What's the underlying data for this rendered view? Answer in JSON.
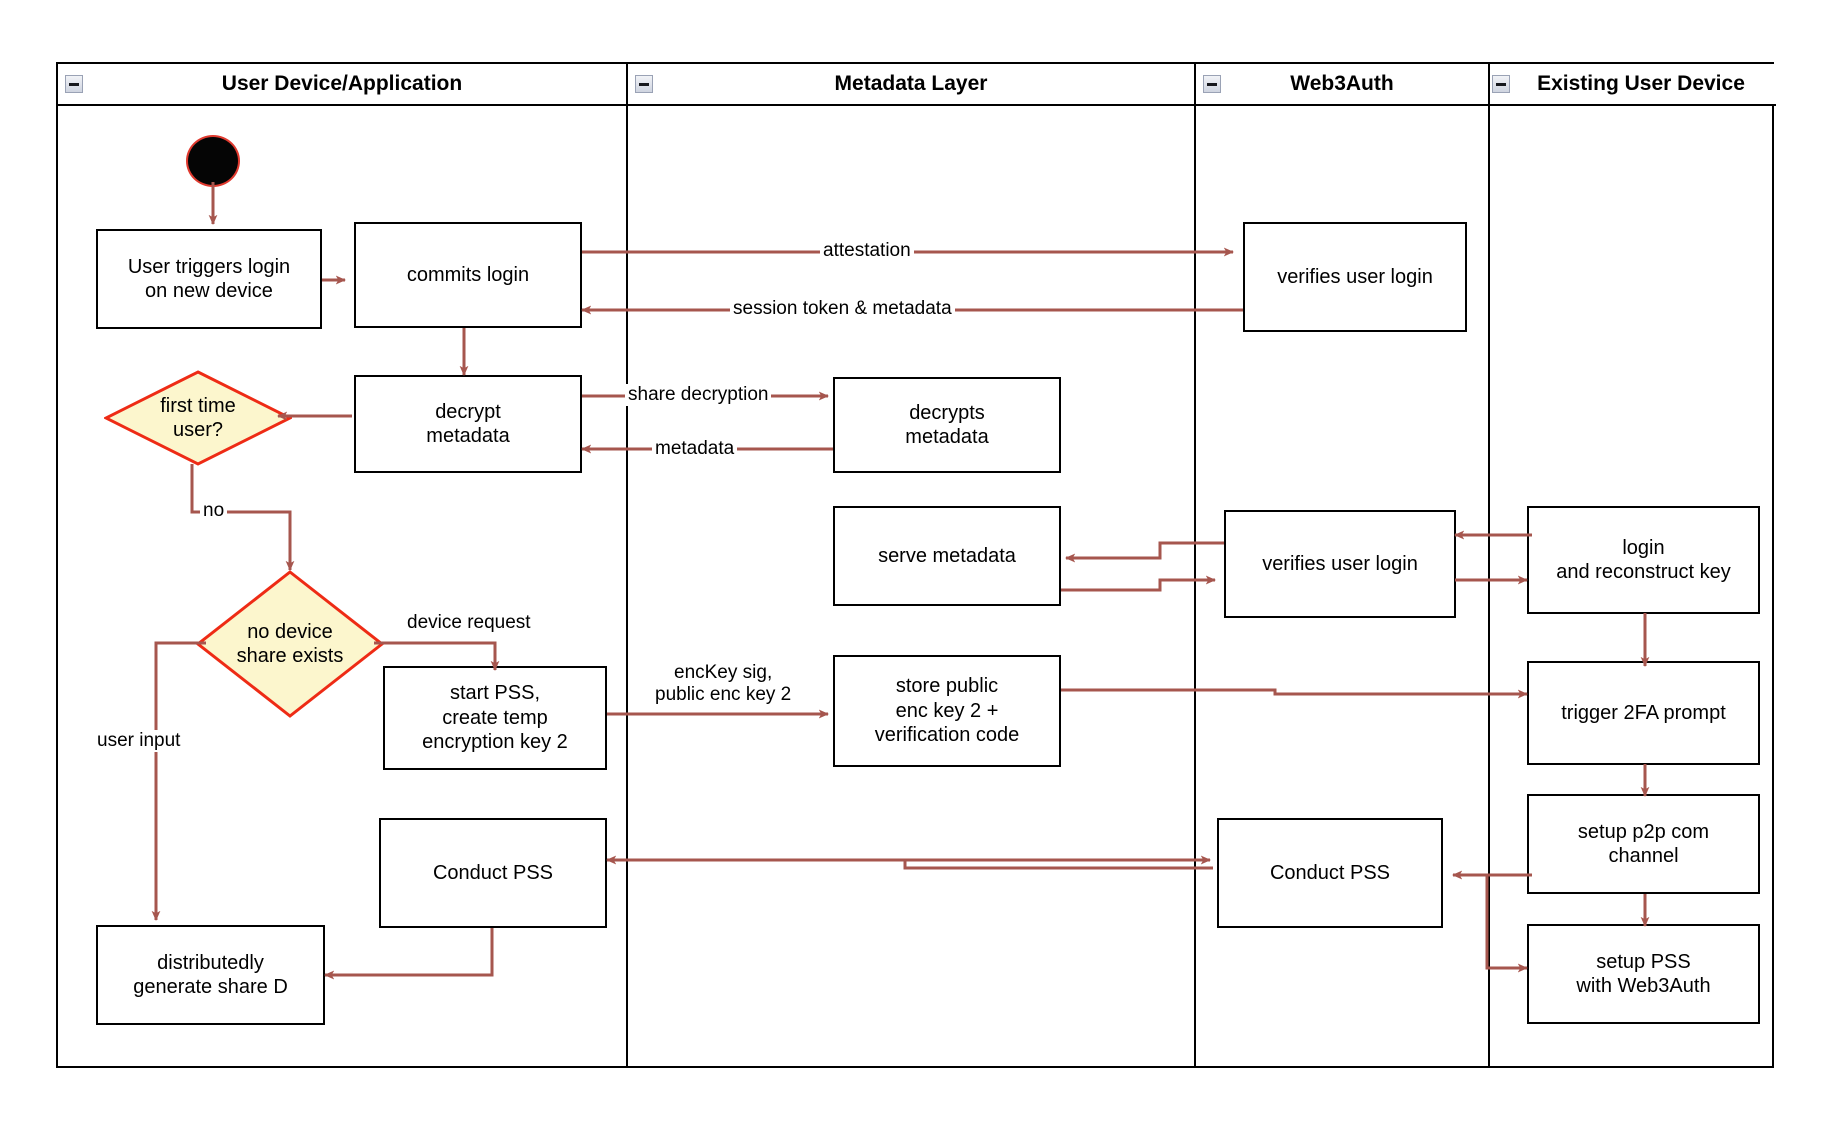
{
  "diagram": {
    "title": "Web3Auth new-device login activity diagram",
    "accent_edge_color": "#A6564E",
    "decision_border_color": "#EE2B15",
    "decision_fill_color": "#FCF6CD",
    "node_border_color": "#000000",
    "start_node_fill": "#050505",
    "start_node_border": "#E03A2F"
  },
  "lanes": [
    {
      "id": "user-device",
      "label": "User Device/Application",
      "collapse_icon": "collapse-minus-icon"
    },
    {
      "id": "metadata-layer",
      "label": "Metadata Layer",
      "collapse_icon": "collapse-minus-icon"
    },
    {
      "id": "web3auth",
      "label": "Web3Auth",
      "collapse_icon": "collapse-minus-icon"
    },
    {
      "id": "existing-user-device",
      "label": "Existing User Device",
      "collapse_icon": "collapse-minus-icon"
    }
  ],
  "nodes": [
    {
      "id": "start",
      "type": "start",
      "lane": "user-device",
      "label": ""
    },
    {
      "id": "user-triggers-login",
      "type": "activity",
      "lane": "user-device",
      "label": "User triggers login\non new device"
    },
    {
      "id": "commits-login",
      "type": "activity",
      "lane": "user-device",
      "label": "commits login"
    },
    {
      "id": "decrypt-metadata",
      "type": "activity",
      "lane": "user-device",
      "label": "decrypt\nmetadata"
    },
    {
      "id": "first-time-user",
      "type": "decision",
      "lane": "user-device",
      "label": "first time\nuser?"
    },
    {
      "id": "no-device-share-exists",
      "type": "decision",
      "lane": "user-device",
      "label": "no device\nshare exists"
    },
    {
      "id": "start-pss",
      "type": "activity",
      "lane": "user-device",
      "label": "start PSS,\ncreate temp\nencryption key 2"
    },
    {
      "id": "conduct-pss-user",
      "type": "activity",
      "lane": "user-device",
      "label": "Conduct PSS"
    },
    {
      "id": "distributedly-generate-share-d",
      "type": "activity",
      "lane": "user-device",
      "label": "distributedly\ngenerate share D"
    },
    {
      "id": "decrypts-metadata",
      "type": "activity",
      "lane": "metadata-layer",
      "label": "decrypts\nmetadata"
    },
    {
      "id": "serve-metadata",
      "type": "activity",
      "lane": "metadata-layer",
      "label": "serve metadata"
    },
    {
      "id": "store-public-enc-key",
      "type": "activity",
      "lane": "metadata-layer",
      "label": "store public\nenc key 2 +\nverification code"
    },
    {
      "id": "verifies-user-login-top",
      "type": "activity",
      "lane": "web3auth",
      "label": "verifies user login"
    },
    {
      "id": "verifies-user-login-mid",
      "type": "activity",
      "lane": "web3auth",
      "label": "verifies user login"
    },
    {
      "id": "conduct-pss-web3auth",
      "type": "activity",
      "lane": "web3auth",
      "label": "Conduct PSS"
    },
    {
      "id": "login-and-reconstruct-key",
      "type": "activity",
      "lane": "existing-user-device",
      "label": "login\nand reconstruct key"
    },
    {
      "id": "trigger-2fa-prompt",
      "type": "activity",
      "lane": "existing-user-device",
      "label": "trigger 2FA prompt"
    },
    {
      "id": "setup-p2p-com-channel",
      "type": "activity",
      "lane": "existing-user-device",
      "label": "setup p2p com\nchannel"
    },
    {
      "id": "setup-pss-with-web3auth",
      "type": "activity",
      "lane": "existing-user-device",
      "label": "setup PSS\nwith Web3Auth"
    }
  ],
  "edge_labels": [
    {
      "id": "attestation",
      "text": "attestation"
    },
    {
      "id": "session-token-metadata",
      "text": "session token & metadata"
    },
    {
      "id": "share-decryption",
      "text": "share decryption"
    },
    {
      "id": "metadata",
      "text": "metadata"
    },
    {
      "id": "no",
      "text": "no"
    },
    {
      "id": "user-input",
      "text": "user input"
    },
    {
      "id": "device-request",
      "text": "device request"
    },
    {
      "id": "enckey-sig",
      "text": "encKey sig,\npublic enc key 2"
    }
  ]
}
